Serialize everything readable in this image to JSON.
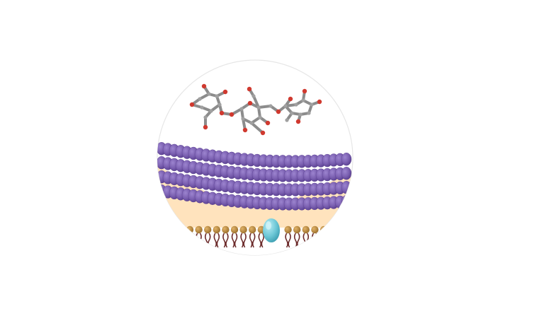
{
  "figure": {
    "kind": "illustration",
    "subject": "cell-wall-with-glycan-and-membrane",
    "colors": {
      "background": "#ffffff",
      "circle_fill": "#ffffff",
      "circle_stroke": "#e6e6e6",
      "glycan_carbon": "#8c8c8c",
      "glycan_oxygen": "#d0392f",
      "wall_bead": "#7a5fb0",
      "wall_bead_dark": "#5a4090",
      "periplasm": "#ffe3bd",
      "lipid_head": "#b9893f",
      "lipid_tail": "#6b2a2a",
      "membrane_protein": "#6cc7d6"
    },
    "layers": {
      "wall_strands": 4,
      "membrane_heads": 15
    }
  }
}
